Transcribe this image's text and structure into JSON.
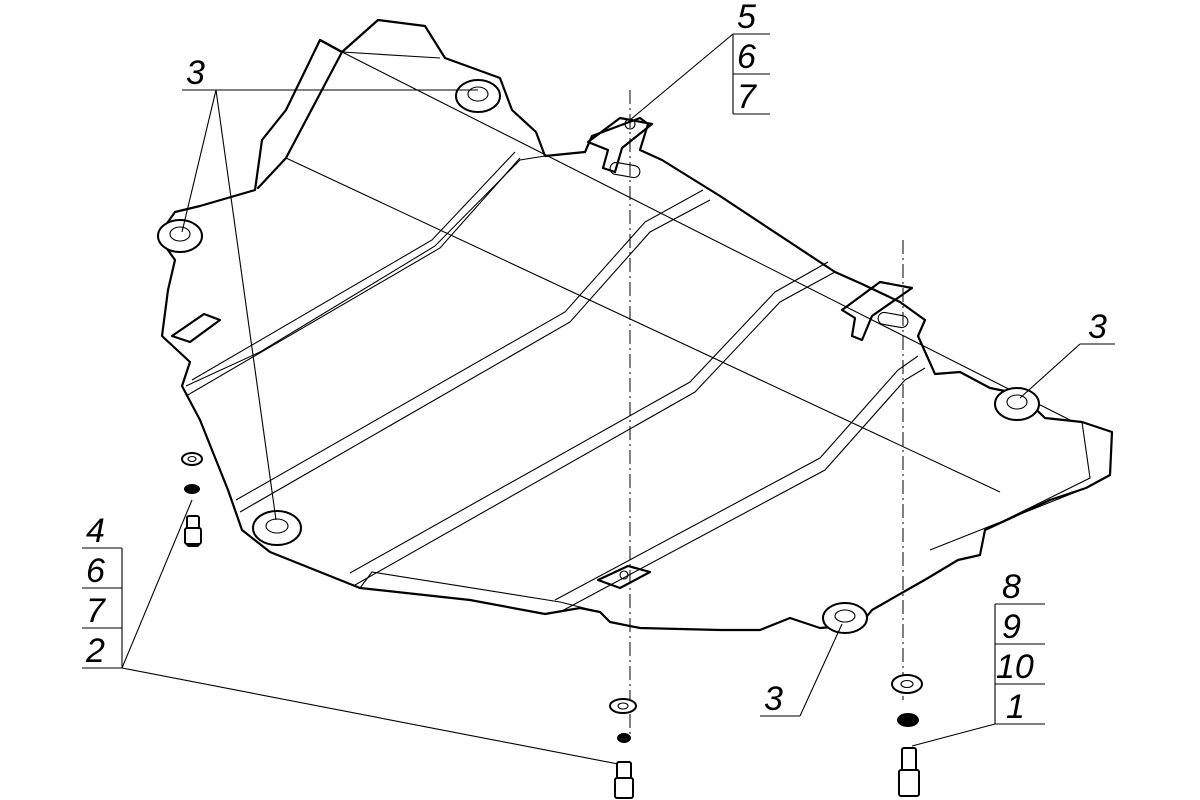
{
  "callouts": {
    "top_right_stack": [
      "5",
      "6",
      "7"
    ],
    "top_left": "3",
    "right_mid": "3",
    "bottom_center": "3",
    "left_stack": [
      "4",
      "6",
      "7",
      "2"
    ],
    "bottom_right_stack": [
      "8",
      "9",
      "10",
      "1"
    ]
  },
  "colors": {
    "line": "#000000",
    "background": "#ffffff"
  }
}
